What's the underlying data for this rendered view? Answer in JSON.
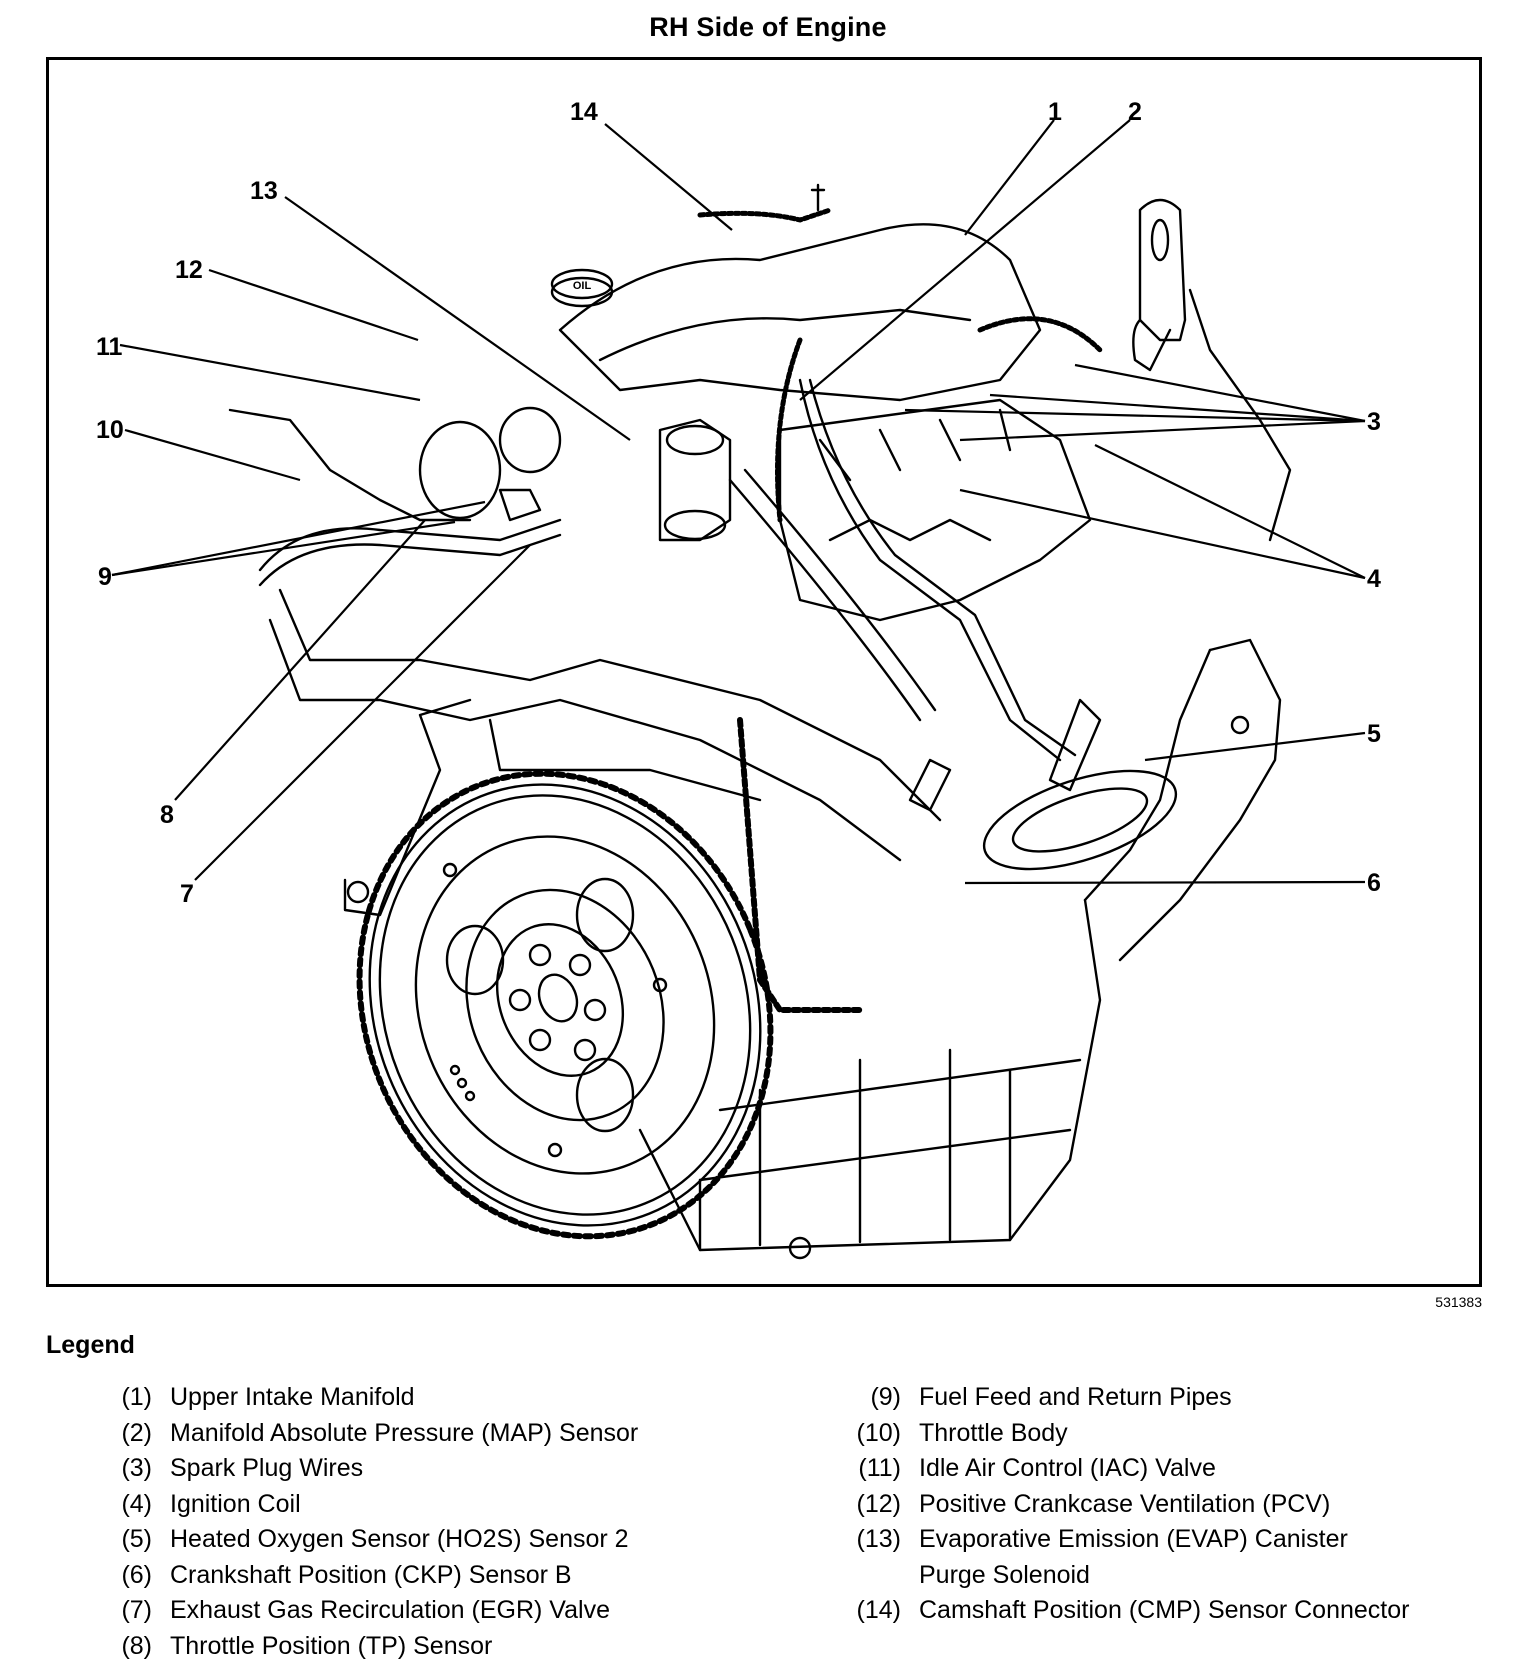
{
  "title": "RH Side of Engine",
  "figure_number": "531383",
  "legend": {
    "title": "Legend",
    "items": [
      {
        "num": "(1)",
        "text": "Upper Intake Manifold"
      },
      {
        "num": "(2)",
        "text": "Manifold Absolute Pressure (MAP) Sensor"
      },
      {
        "num": "(3)",
        "text": "Spark Plug Wires"
      },
      {
        "num": "(4)",
        "text": "Ignition Coil"
      },
      {
        "num": "(5)",
        "text": "Heated Oxygen Sensor (HO2S) Sensor 2"
      },
      {
        "num": "(6)",
        "text": "Crankshaft Position (CKP) Sensor B"
      },
      {
        "num": "(7)",
        "text": "Exhaust Gas Recirculation (EGR) Valve"
      },
      {
        "num": "(8)",
        "text": "Throttle Position (TP) Sensor"
      },
      {
        "num": "(9)",
        "text": "Fuel Feed and Return Pipes"
      },
      {
        "num": "(10)",
        "text": "Throttle Body"
      },
      {
        "num": "(11)",
        "text": "Idle Air Control (IAC) Valve"
      },
      {
        "num": "(12)",
        "text": "Positive Crankcase Ventilation (PCV)"
      },
      {
        "num": "(13)",
        "text": "Evaporative Emission (EVAP) Canister",
        "text2": "Purge Solenoid"
      },
      {
        "num": "(14)",
        "text": "Camshaft Position (CMP) Sensor Connector"
      }
    ]
  },
  "callouts": [
    {
      "label": "1"
    },
    {
      "label": "2"
    },
    {
      "label": "3"
    },
    {
      "label": "4"
    },
    {
      "label": "5"
    },
    {
      "label": "6"
    },
    {
      "label": "7"
    },
    {
      "label": "8"
    },
    {
      "label": "9"
    },
    {
      "label": "10"
    },
    {
      "label": "11"
    },
    {
      "label": "12"
    },
    {
      "label": "13"
    },
    {
      "label": "14"
    }
  ],
  "drawing": {
    "oil_cap_text": "OIL"
  }
}
